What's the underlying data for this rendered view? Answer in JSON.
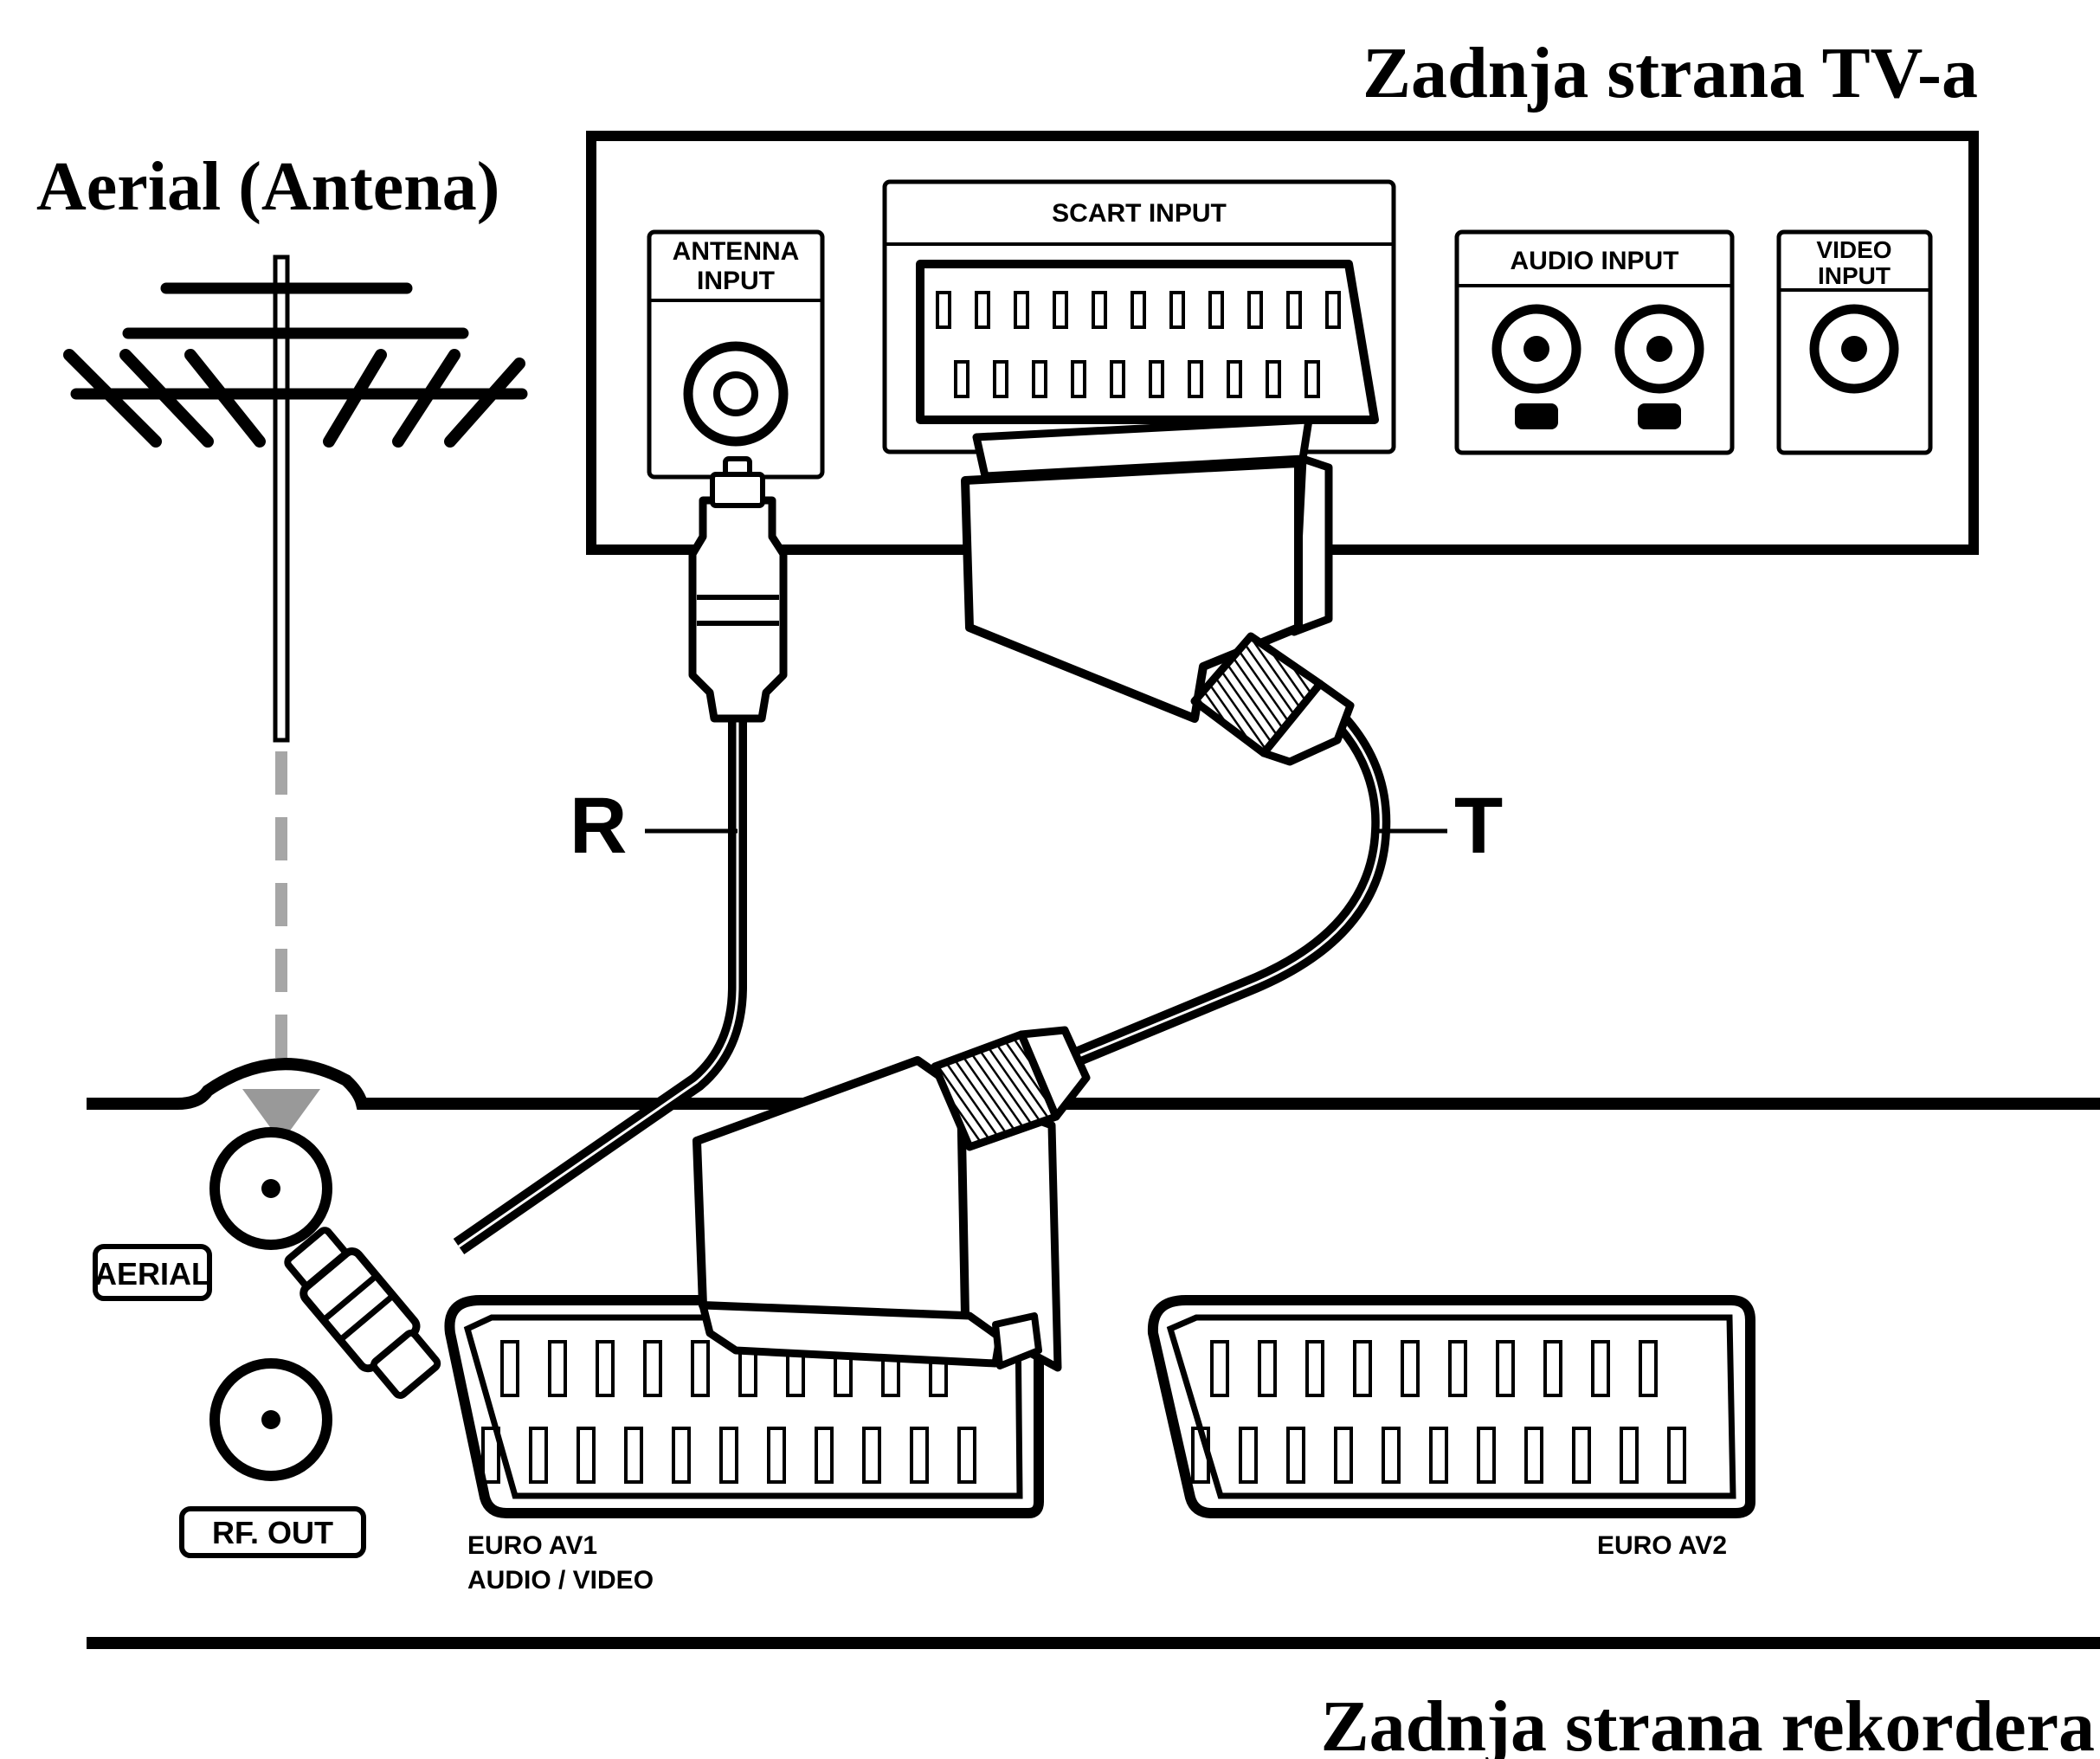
{
  "headings": {
    "tv_back": "Zadnja strana TV-a",
    "aerial": "Aerial (Antena)",
    "recorder_back": "Zadnja strana rekordera"
  },
  "tv_panel": {
    "antenna_input_line1": "ANTENNA",
    "antenna_input_line2": "INPUT",
    "scart_input": "SCART INPUT",
    "audio_input": "AUDIO INPUT",
    "video_input_line1": "VIDEO",
    "video_input_line2": "INPUT"
  },
  "recorder_panel": {
    "aerial": "AERIAL",
    "rf_out": "RF. OUT",
    "euro_av1_line1": "EURO AV1",
    "euro_av1_line2": "AUDIO / VIDEO",
    "euro_av2": "EURO AV2"
  },
  "cables": {
    "rf_cable": "R",
    "scart_cable": "T"
  }
}
